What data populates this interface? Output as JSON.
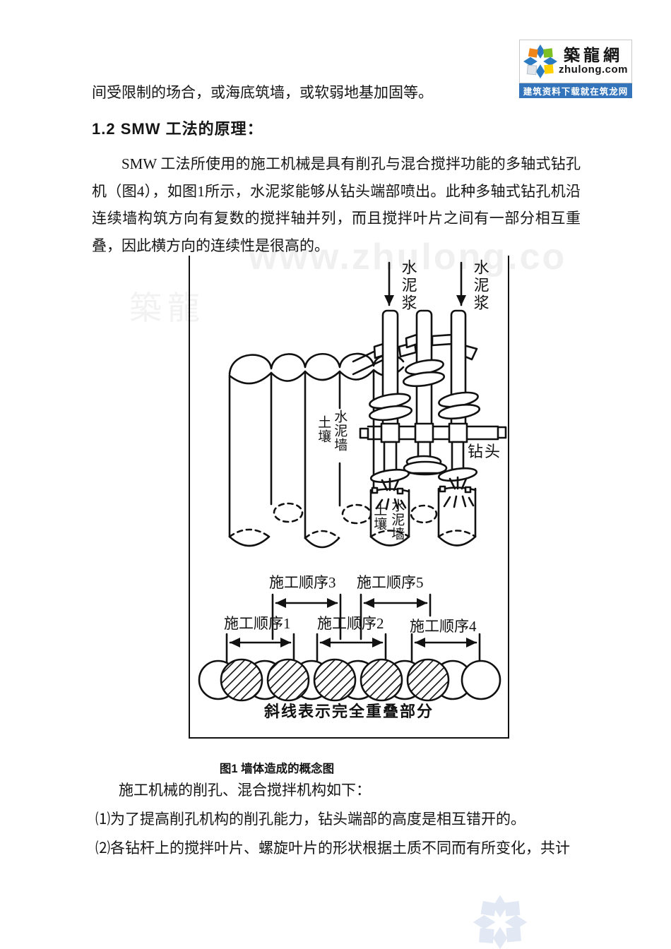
{
  "logo": {
    "title": "築龍網",
    "domain": "zhulong.com",
    "banner": "建筑资料下载就在筑龙网",
    "colors": {
      "banner_bg": "#3374bb",
      "pinwheel_blue": "#2b7bc3",
      "pinwheel_green": "#7cc024",
      "pinwheel_orange": "#f08519",
      "pinwheel_yellow": "#ffd103",
      "pinwheel_gray": "#dfe5ea"
    }
  },
  "watermarks": {
    "www_text": "www.zhulong.co",
    "cn_text": "築龍",
    "footer_logo_color": "#e2e9f4"
  },
  "content": {
    "line1": "间受限制的场合，或海底筑墙，或软弱地基加固等。",
    "heading": "1.2  SMW 工法的原理：",
    "paragraph": "SMW 工法所使用的施工机械是具有削孔与混合搅拌功能的多轴式钻孔机（图4），如图1所示，水泥浆能够从钻头端部喷出。此种多轴式钻孔机沿连续墙构筑方向有复数的搅拌轴并列，而且搅拌叶片之间有一部分相互重叠，因此横方向的连续性是很高的。",
    "figure_caption": "图1 墙体造成的概念图",
    "line2": "施工机械的削孔、混合搅拌机构如下：",
    "item1": "⑴为了提高削孔机构的削孔能力，钻头端部的高度是相互错开的。",
    "item2": "⑵各钻杆上的搅拌叶片、螺旋叶片的形状根据土质不同而有所变化，共计"
  },
  "figure": {
    "labels": {
      "slurry_left": "水泥浆",
      "slurry_right": "水泥浆",
      "soil_left": "土壤",
      "wall_left": "水泥墙",
      "drill_head": "钻头",
      "soil_bottom": "土壤",
      "wall_bottom": "水泥墙",
      "seq1": "施工顺序1",
      "seq2": "施工顺序2",
      "seq3": "施工顺序3",
      "seq4": "施工顺序4",
      "seq5": "施工顺序5",
      "overlap_note": "斜线表示完全重叠部分"
    }
  }
}
